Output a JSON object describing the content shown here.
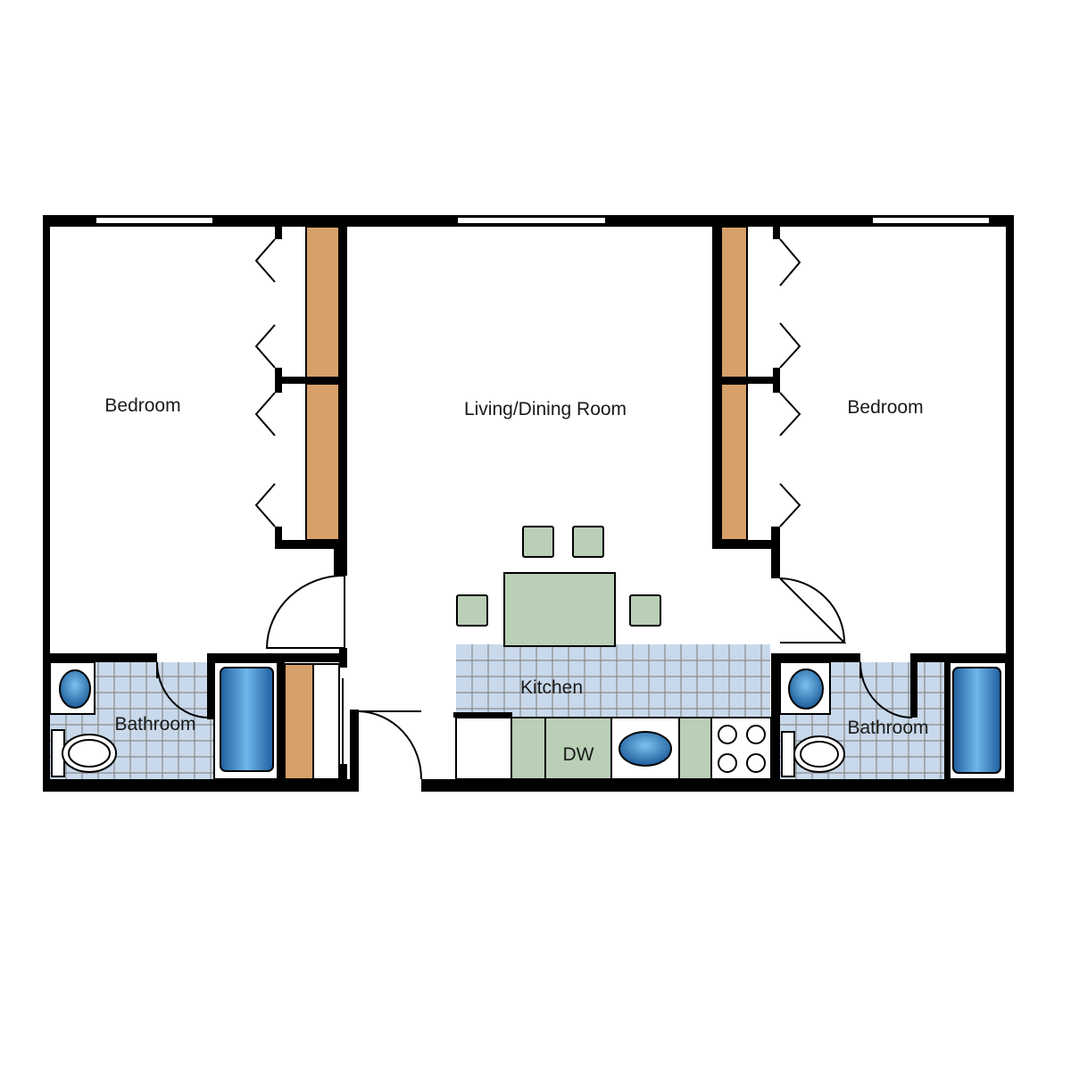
{
  "rooms": {
    "bedroom_left": "Bedroom",
    "living_dining": "Living/Dining Room",
    "bedroom_right": "Bedroom",
    "kitchen": "Kitchen",
    "bathroom_left": "Bathroom",
    "bathroom_right": "Bathroom",
    "dishwasher": "DW"
  },
  "colors": {
    "wall": "#000000",
    "closet": "#d7a06a",
    "tile": "#c9d9ec",
    "furniture": "#b9cfb6",
    "fixture_blue": "#2f7fc1"
  }
}
